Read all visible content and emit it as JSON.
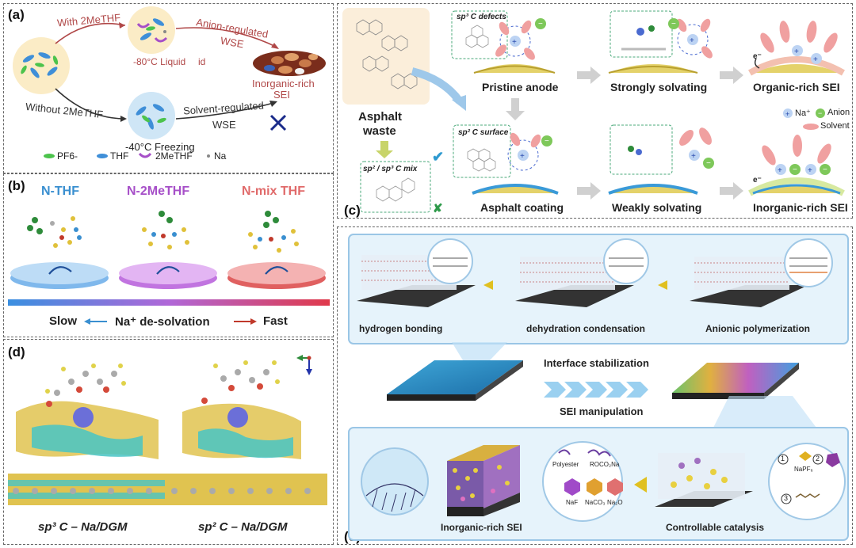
{
  "panel_a": {
    "label": "(a)",
    "with_label": "With 2MeTHF",
    "liquid_label": "-80°C Liquid",
    "liquid_suffix": "id",
    "anion_label_1": "Anion-regulated",
    "anion_label_2": "WSE",
    "inorganic_label": "Inorganic-rich",
    "sei_label": "SEI",
    "without_label": "Without 2MeTHF",
    "solvent_label_1": "Solvent-regulated",
    "solvent_label_2": "WSE",
    "freezing_label": "-40°C Freezing",
    "legend": {
      "pf6": "PF6-",
      "thf": "THF",
      "methf": "2MeTHF",
      "na": "Na"
    }
  },
  "panel_b": {
    "label": "(b)",
    "titles": [
      "N-THF",
      "N-2MeTHF",
      "N-mix THF"
    ],
    "title_colors": [
      "#3a8fd0",
      "#a64fc8",
      "#e06a6a"
    ],
    "slow": "Slow",
    "desolv": "Na⁺ de-solvation",
    "fast": "Fast"
  },
  "panel_c": {
    "label": "(c)",
    "asphalt_waste_1": "Asphalt",
    "asphalt_waste_2": "waste",
    "sp3_defects": "sp³ C defects",
    "pristine": "Pristine anode",
    "strong": "Strongly solvating",
    "organic_sei": "Organic-rich SEI",
    "sp2_surface": "sp² C surface",
    "mix": "sp² / sp³ C mix",
    "coating": "Asphalt coating",
    "weak": "Weakly solvating",
    "inorganic_sei": "Inorganic-rich SEI",
    "legend": {
      "na": "Na⁺",
      "anion": "Anion",
      "solvent": "Solvent"
    },
    "electron": "e⁻"
  },
  "panel_d": {
    "label": "(d)",
    "left": "sp³ C – Na/DGM",
    "right": "sp² C – Na/DGM"
  },
  "panel_e": {
    "label": "(e)",
    "hbond": "hydrogen bonding",
    "dehyd": "dehydration condensation",
    "anionic": "Anionic polymerization",
    "interface": "Interface stabilization",
    "sei_manip": "SEI manipulation",
    "inorganic_sei": "Inorganic-rich SEI",
    "catalysis": "Controllable catalysis",
    "products": [
      "Polyester",
      "ROCO₂Na",
      "NaF",
      "NaCO₃",
      "Na₂O"
    ],
    "reagents": [
      "NaPF₆"
    ],
    "numbers": [
      "1",
      "2",
      "3"
    ]
  }
}
